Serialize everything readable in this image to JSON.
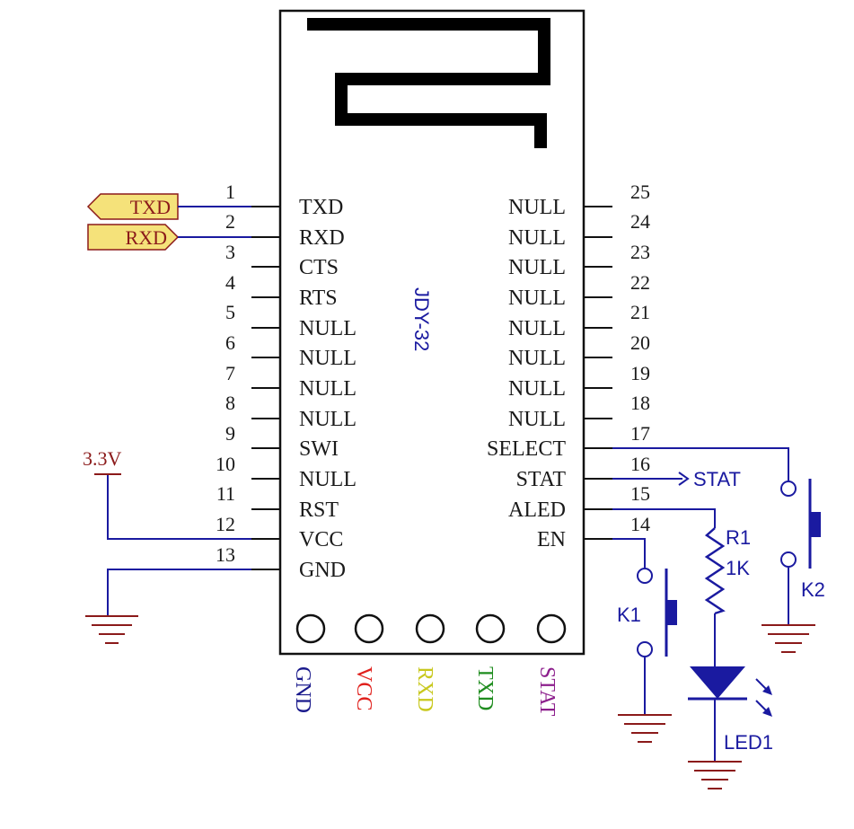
{
  "module": {
    "name": "JDY-32",
    "left_pins": [
      {
        "num": "1",
        "label": "TXD"
      },
      {
        "num": "2",
        "label": "RXD"
      },
      {
        "num": "3",
        "label": "CTS"
      },
      {
        "num": "4",
        "label": "RTS"
      },
      {
        "num": "5",
        "label": "NULL"
      },
      {
        "num": "6",
        "label": "NULL"
      },
      {
        "num": "7",
        "label": "NULL"
      },
      {
        "num": "8",
        "label": "NULL"
      },
      {
        "num": "9",
        "label": "SWI"
      },
      {
        "num": "10",
        "label": "NULL"
      },
      {
        "num": "11",
        "label": "RST"
      },
      {
        "num": "12",
        "label": "VCC"
      },
      {
        "num": "13",
        "label": "GND"
      }
    ],
    "right_pins": [
      {
        "num": "25",
        "label": "NULL"
      },
      {
        "num": "24",
        "label": "NULL"
      },
      {
        "num": "23",
        "label": "NULL"
      },
      {
        "num": "22",
        "label": "NULL"
      },
      {
        "num": "21",
        "label": "NULL"
      },
      {
        "num": "20",
        "label": "NULL"
      },
      {
        "num": "19",
        "label": "NULL"
      },
      {
        "num": "18",
        "label": "NULL"
      },
      {
        "num": "17",
        "label": "SELECT"
      },
      {
        "num": "16",
        "label": "STAT"
      },
      {
        "num": "15",
        "label": "ALED"
      },
      {
        "num": "14",
        "label": "EN"
      }
    ],
    "header_pins": [
      {
        "label": "GND",
        "color": "#1a1a8c"
      },
      {
        "label": "VCC",
        "color": "#e0201c"
      },
      {
        "label": "RXD",
        "color": "#c8c81e"
      },
      {
        "label": "TXD",
        "color": "#1e8c1e"
      },
      {
        "label": "STAT",
        "color": "#8c1e8c"
      }
    ]
  },
  "ports": {
    "txd": "TXD",
    "rxd": "RXD",
    "stat": "STAT"
  },
  "power": {
    "v33": "3.3V"
  },
  "components": {
    "r1_name": "R1",
    "r1_value": "1K",
    "led_name": "LED1",
    "k1_name": "K1",
    "k2_name": "K2"
  },
  "colors": {
    "wire": "#1a1aa0",
    "power_net": "#8b1a1a",
    "pin_line": "#111111",
    "port_fill": "#f5e27a",
    "port_stroke": "#8b1a1a"
  }
}
